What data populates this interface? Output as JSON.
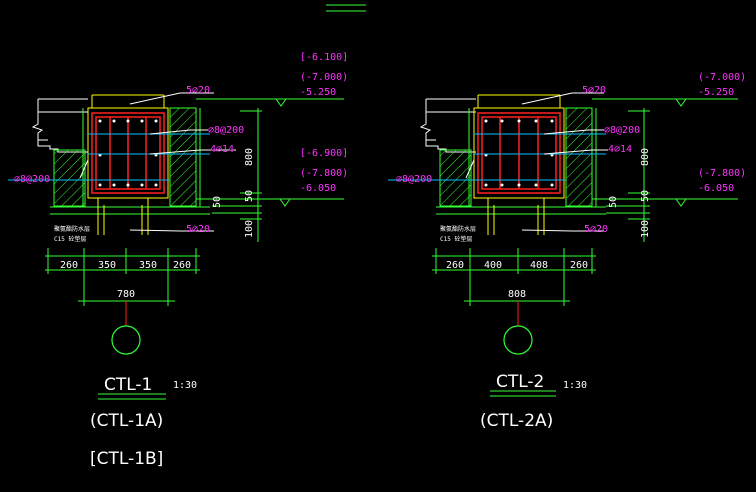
{
  "details": [
    {
      "elev_top": [
        "[-6.100]",
        "(-7.000)",
        "-5.250"
      ],
      "elev_bottom": [
        "[-6.900]",
        "(-7.800)",
        "-6.050"
      ],
      "rebar_top": "5⌀20",
      "rebar_bottom": "5⌀20",
      "stirrup": "⌀8@200",
      "side_bar": "4⌀14",
      "left_rebar": "⌀8@200",
      "dim_height": "800",
      "dim_50": "50",
      "dim_90": "50",
      "dim_100": "100",
      "dims_bottom": [
        "260",
        "350",
        "350",
        "260"
      ],
      "dim_total": "780",
      "note1": "聚氨酯防水层",
      "note2": "C15 砼垫层",
      "title": "CTL-1",
      "scale": "1:30",
      "alt1": "(CTL-1A)",
      "alt2": "[CTL-1B]"
    },
    {
      "elev_top": [
        "(-7.000)",
        "-5.250"
      ],
      "elev_bottom": [
        "(-7.800)",
        "-6.050"
      ],
      "rebar_top": "5⌀20",
      "rebar_bottom": "5⌀20",
      "stirrup": "⌀8@200",
      "side_bar": "4⌀14",
      "left_rebar": "⌀8@200",
      "dim_height": "800",
      "dim_50": "50",
      "dim_90": "50",
      "dim_100": "100",
      "dims_bottom": [
        "260",
        "400",
        "408",
        "260"
      ],
      "dim_total": "808",
      "note1": "聚氨酯防水层",
      "note2": "C15 砼垫层",
      "title": "CTL-2",
      "scale": "1:30",
      "alt1": "(CTL-2A)",
      "alt2": ""
    }
  ],
  "colors": {
    "green": "#33ff33",
    "yellow": "#ffff00",
    "red": "#ff2020",
    "magenta": "#ff33ff",
    "white": "#ffffff",
    "cyan": "#00bfff"
  }
}
